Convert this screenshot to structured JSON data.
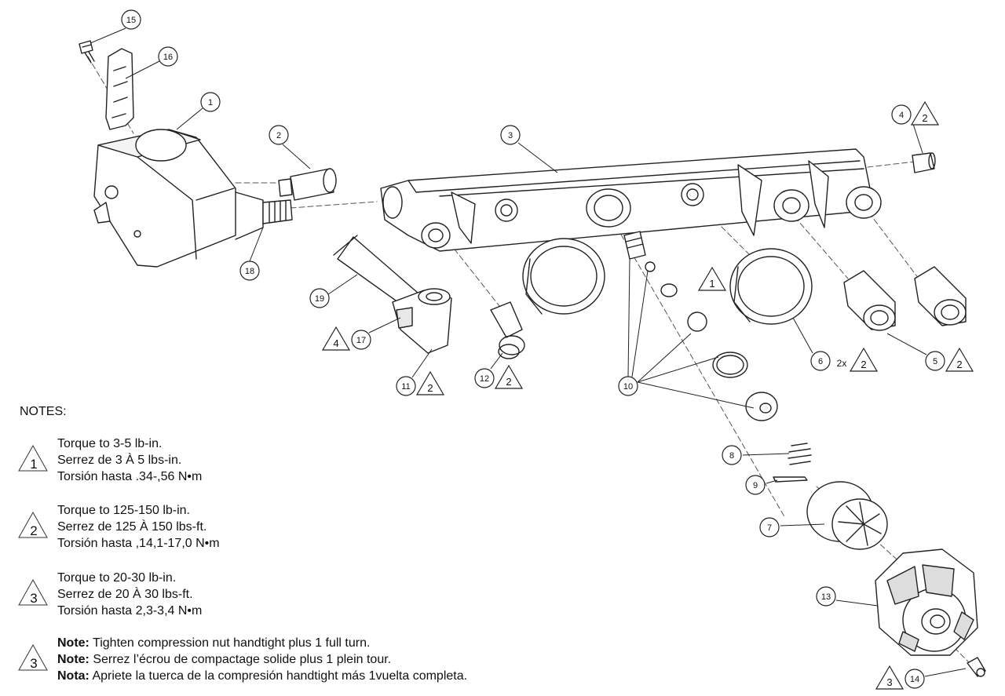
{
  "callouts": [
    {
      "n": "15"
    },
    {
      "n": "16"
    },
    {
      "n": "1"
    },
    {
      "n": "2"
    },
    {
      "n": "3"
    },
    {
      "n": "4",
      "tri": "2"
    },
    {
      "n": "18"
    },
    {
      "n": "19"
    },
    {
      "n": "17",
      "tri": "4"
    },
    {
      "n": "11",
      "tri": "2"
    },
    {
      "n": "12",
      "tri": "2"
    },
    {
      "n": "10"
    },
    {
      "n": "6",
      "qty": "2x",
      "tri": "2"
    },
    {
      "n": "5",
      "tri": "2"
    },
    {
      "n": "8"
    },
    {
      "n": "9"
    },
    {
      "n": "7"
    },
    {
      "n": "13"
    },
    {
      "n": "14",
      "tri": "3"
    }
  ],
  "free_triangle": "1",
  "notes": {
    "heading": "NOTES:",
    "groups": [
      {
        "symbol": "1",
        "lines": [
          "Torque to 3-5 lb-in.",
          "Serrez de 3 À 5 lbs-in.",
          "Torsión hasta .34-,56 N•m"
        ]
      },
      {
        "symbol": "2",
        "lines": [
          "Torque to 125-150 lb-in.",
          "Serrez de 125 À 150 lbs-ft.",
          "Torsión hasta ,14,1-17,0 N•m"
        ]
      },
      {
        "symbol": "3",
        "lines": [
          "Torque to 20-30 lb-in.",
          "Serrez de 20 À 30 lbs-ft.",
          "Torsión hasta 2,3-3,4 N•m"
        ]
      },
      {
        "symbol": "3",
        "lines": [
          {
            "prefix": "Note:",
            "text": " Tighten compression nut handtight plus 1 full turn."
          },
          {
            "prefix": "Note:",
            "text": " Serrez l’écrou de compactage solide plus 1 plein tour."
          },
          {
            "prefix": "Nota:",
            "text": " Apriete la tuerca de la compresión handtight más 1vuelta completa."
          }
        ]
      }
    ]
  }
}
